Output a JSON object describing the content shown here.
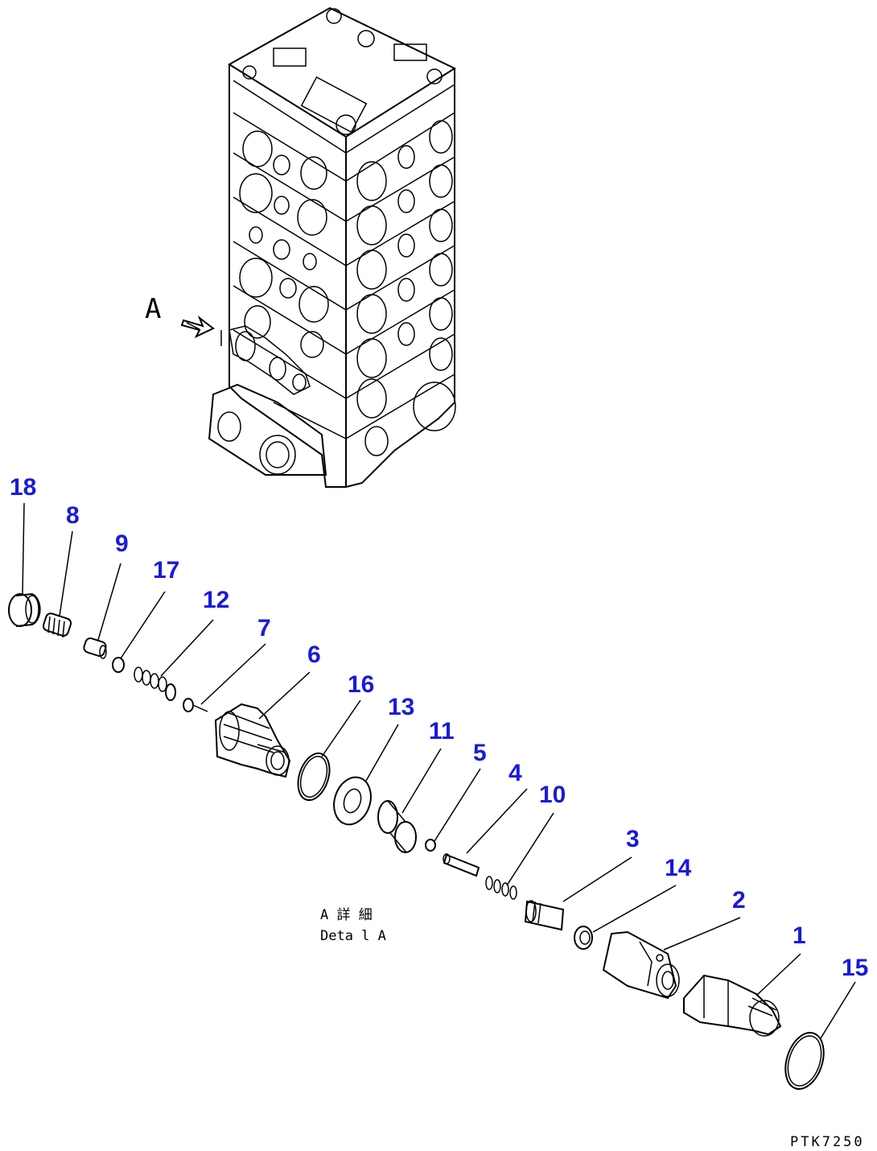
{
  "view_letter": "A",
  "detail_label_jp": "A 詳 細",
  "detail_label_en": "Deta l A",
  "drawing_code": "PTK7250",
  "callouts": [
    "18",
    "8",
    "9",
    "17",
    "12",
    "7",
    "6",
    "16",
    "13",
    "11",
    "5",
    "4",
    "10",
    "3",
    "14",
    "2",
    "1",
    "15"
  ],
  "colors": {
    "callout": "#1a1adc",
    "line": "#000000"
  }
}
